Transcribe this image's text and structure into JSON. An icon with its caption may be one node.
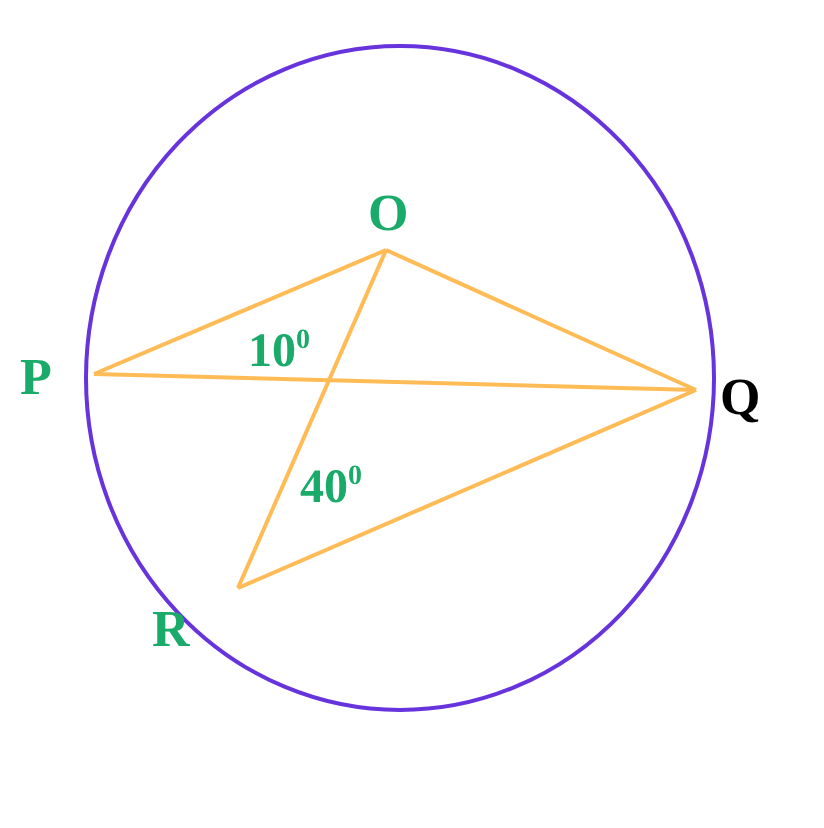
{
  "diagram": {
    "nodes": [
      {
        "text": [
          "O"
        ]
      },
      {
        "text": [
          "P"
        ]
      },
      {
        "text": [
          "Q"
        ]
      },
      {
        "text": [
          "R"
        ]
      }
    ],
    "edges": [
      {
        "from": 1,
        "to": 0,
        "arrow": "none"
      },
      {
        "from": 0,
        "to": 2,
        "arrow": "none"
      },
      {
        "from": 1,
        "to": 2,
        "arrow": "none"
      },
      {
        "from": 0,
        "to": 3,
        "arrow": "none"
      },
      {
        "from": 3,
        "to": 2,
        "arrow": "none"
      }
    ],
    "labels": [
      "10$^{0}$",
      "40$^{0}$"
    ]
  }
}
